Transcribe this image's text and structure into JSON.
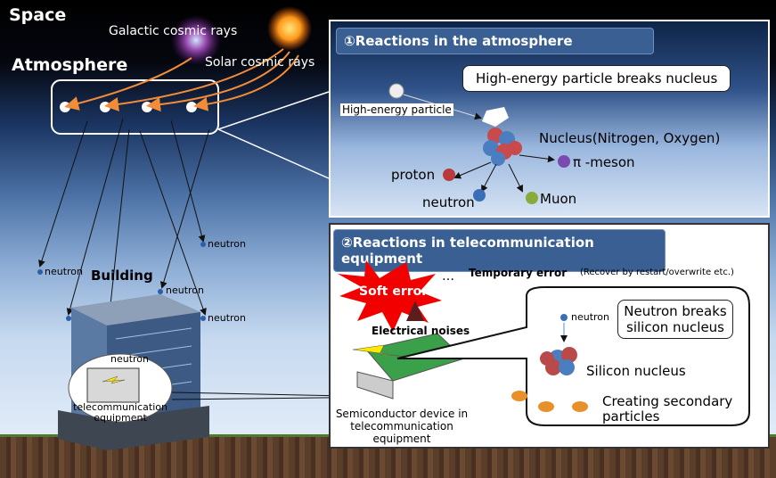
{
  "space_label": "Space",
  "atmosphere_label": "Atmosphere",
  "galactic_label": "Galactic cosmic rays",
  "solar_label": "Solar cosmic rays",
  "building_label": "Building",
  "neutron_label": "neutron",
  "telecom_label": "telecommunication equipment",
  "panel1": {
    "title": "①Reactions in the atmosphere",
    "callout": "High-energy particle breaks nucleus",
    "particle": "High-energy particle",
    "nucleus": "Nucleus(Nitrogen, Oxygen)",
    "proton": "proton",
    "neutron": "neutron",
    "muon": "Muon",
    "meson": "π -meson"
  },
  "panel2": {
    "title": "②Reactions in telecommunication equipment",
    "soft_error": "Soft error",
    "ellipsis": "…",
    "temp_error": "Temporary error",
    "recover": "(Recover by restart/overwrite etc.)",
    "noises": "Electrical noises",
    "device": "Semiconductor device in telecommunication equipment",
    "neutron": "neutron",
    "callout": "Neutron breaks silicon nucleus",
    "silicon": "Silicon nucleus",
    "secondary": "Creating secondary particles"
  }
}
